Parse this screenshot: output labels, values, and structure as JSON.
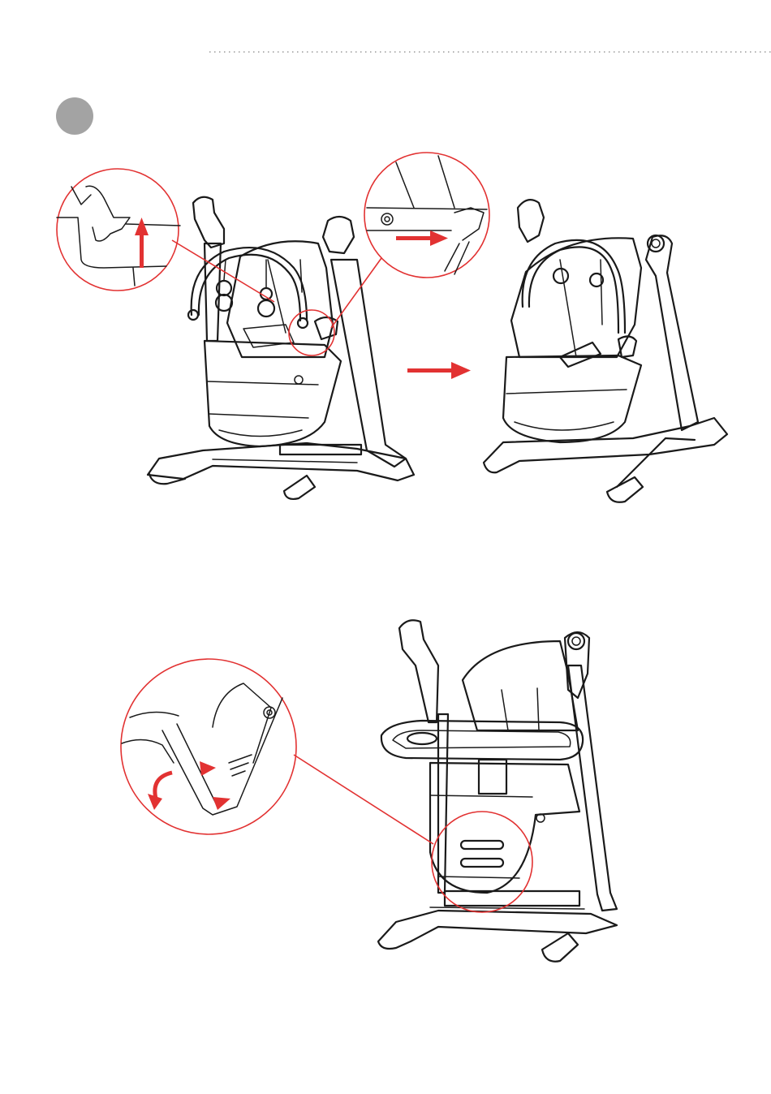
{
  "colors": {
    "accent_red": "#e23232",
    "step_marker_gray": "#a3a3a3",
    "line_art": "#1a1a1a",
    "dotted_rule": "#9a9a9a"
  },
  "figures": {
    "step_marker": "step-marker-circle",
    "swing_mode": "swing-chair-illustration",
    "rocker_mode": "rocker-chair-illustration",
    "highchair_mode": "highchair-illustration"
  }
}
